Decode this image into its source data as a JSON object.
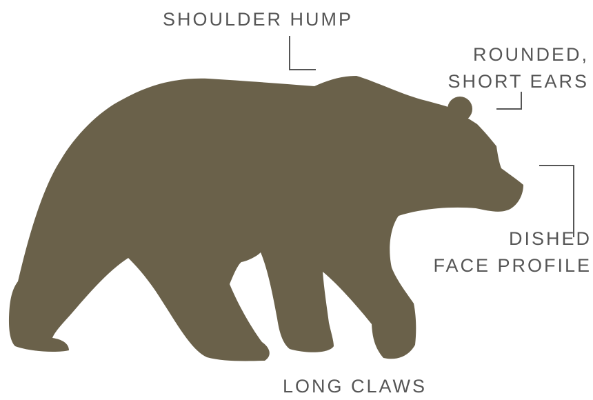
{
  "colors": {
    "silhouette": "#6a614a",
    "text": "#555555",
    "leader_line": "#555555",
    "background": "#ffffff"
  },
  "subject": {
    "icon": "grizzly-bear-silhouette-icon"
  },
  "labels": {
    "shoulder_hump": [
      "SHOULDER HUMP"
    ],
    "ears": [
      "ROUNDED,",
      "SHORT EARS"
    ],
    "face": [
      "DISHED",
      "FACE PROFILE"
    ],
    "claws": [
      "LONG CLAWS"
    ]
  }
}
